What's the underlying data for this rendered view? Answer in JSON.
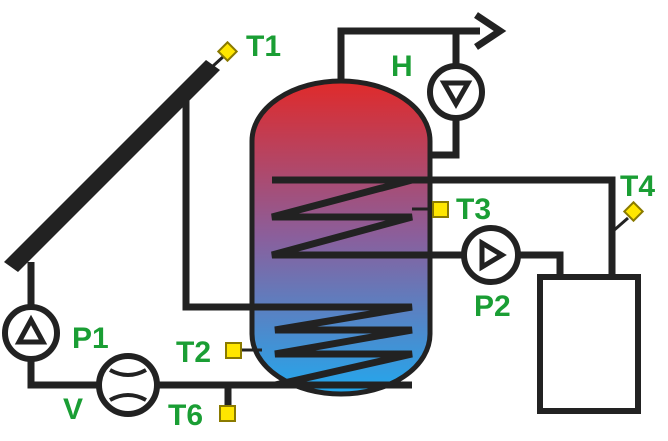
{
  "labels": {
    "t1": "T1",
    "t2": "T2",
    "t3": "T3",
    "t4": "T4",
    "t6": "T6",
    "h": "H",
    "p1": "P1",
    "p2": "P2",
    "v": "V"
  },
  "colors": {
    "label_green": "#1a9e34",
    "line_dark": "#222222",
    "tank_top": "#e02a2a",
    "tank_bottom": "#22a8ee",
    "sensor_yellow": "#ffe600",
    "sensor_outline": "#8a7a00"
  },
  "icons": {
    "pump": "pump-icon",
    "valve": "mixing-valve-icon",
    "arrow": "flow-arrow-icon",
    "sensor": "temperature-sensor-icon"
  }
}
